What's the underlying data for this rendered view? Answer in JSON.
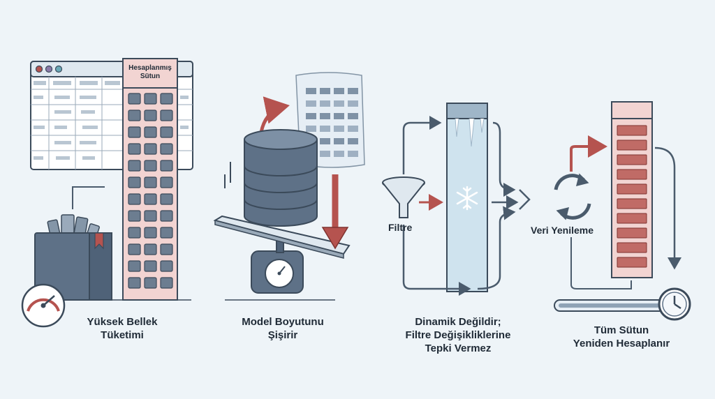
{
  "panels": {
    "memory": {
      "header_line1": "Hesaplanmış",
      "header_line2": "Sütun",
      "caption_line1": "Yüksek Bellek",
      "caption_line2": "Tüketimi"
    },
    "model": {
      "caption_line1": "Model Boyutunu",
      "caption_line2": "Şişirir"
    },
    "filter": {
      "side_label": "Filtre",
      "caption_line1": "Dinamik Değildir;",
      "caption_line2": "Filtre Değişikliklerine",
      "caption_line3": "Tepki Vermez"
    },
    "refresh": {
      "side_label": "Veri Yenileme",
      "caption_line1": "Tüm Sütun",
      "caption_line2": "Yeniden Hesaplanır"
    }
  },
  "colors": {
    "background": "#eef4f8",
    "outline": "#3b4a5a",
    "accent_red": "#b5534f",
    "highlight_column": "#f2d4d2",
    "cell_slate": "#6c7d90",
    "ice_blue": "#cfe3ee",
    "db_slate": "#5e7187"
  },
  "icons": [
    "window-controls-icon",
    "gauge-icon",
    "database-icon",
    "scale-icon",
    "funnel-icon",
    "snowflake-icon",
    "refresh-icon",
    "clock-icon",
    "progress-bar-icon"
  ]
}
